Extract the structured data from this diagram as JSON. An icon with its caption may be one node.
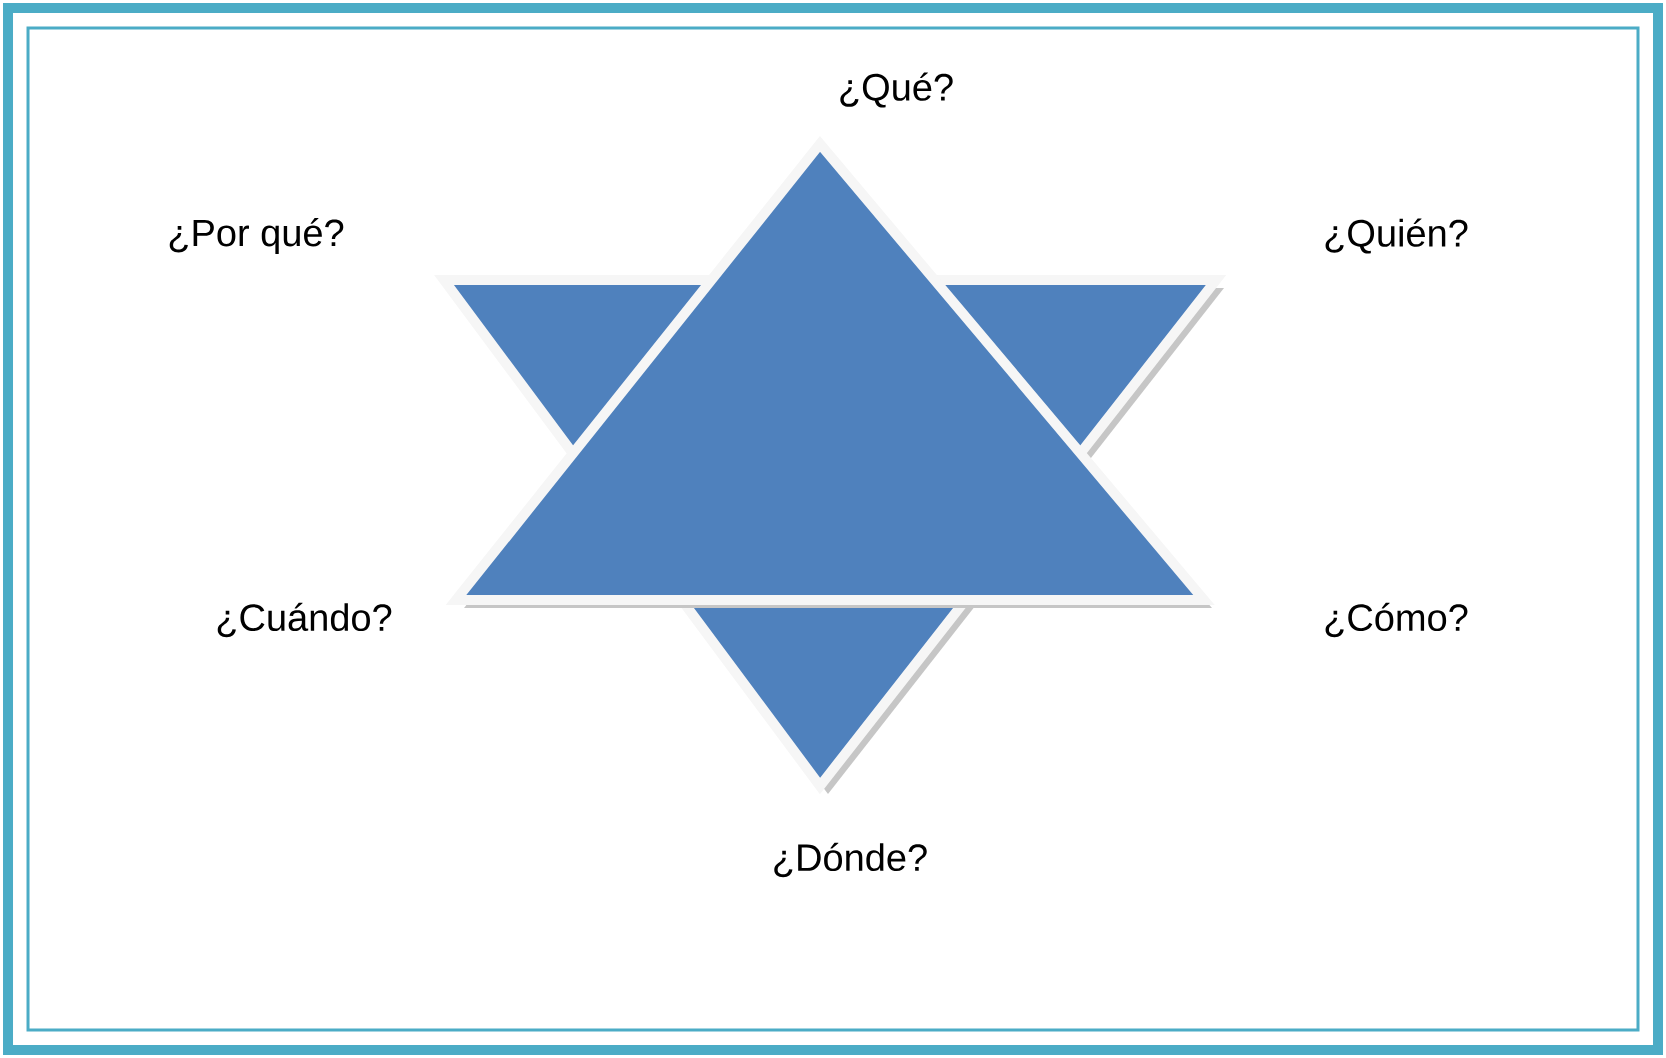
{
  "diagram": {
    "labels": [
      "¿Qué?",
      "¿Por qué?",
      "¿Quién?",
      "¿Cuándo?",
      "¿Cómo?",
      "¿Dónde?"
    ]
  }
}
